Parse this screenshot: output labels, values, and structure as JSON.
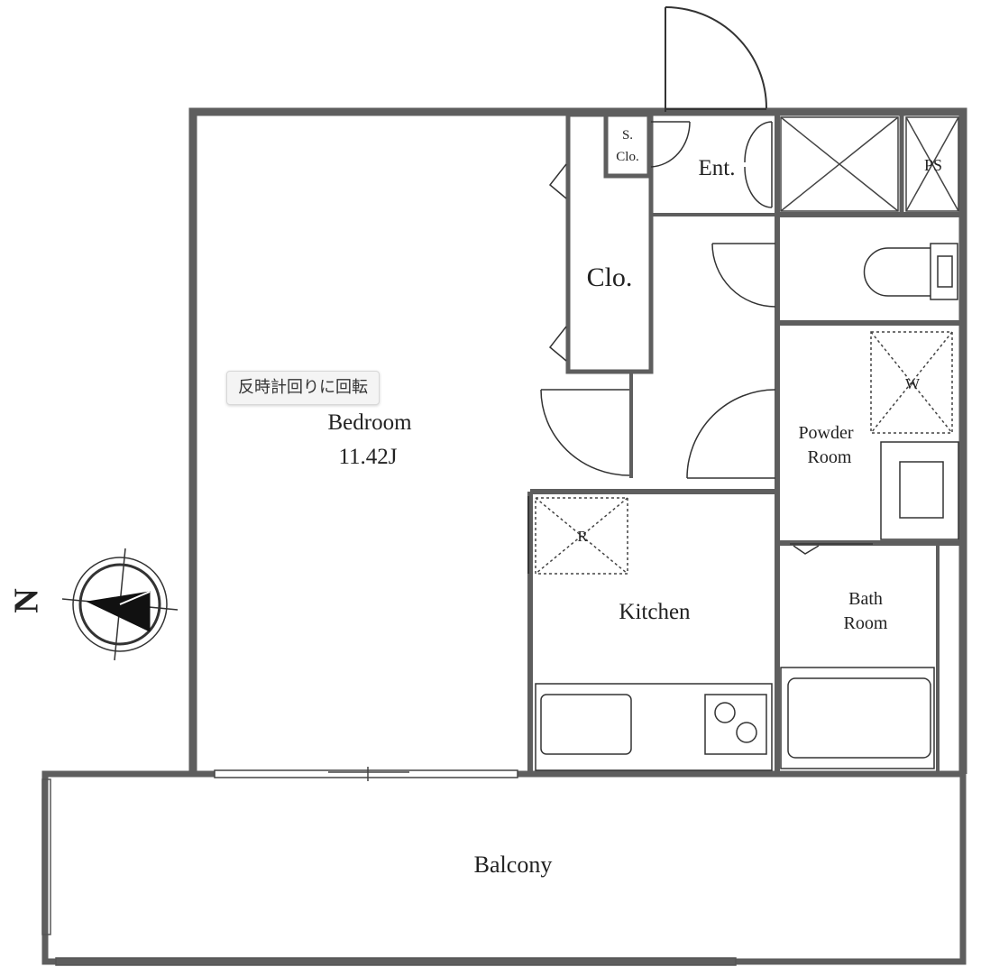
{
  "rooms": {
    "bedroom": {
      "name": "Bedroom",
      "area": "11.42J"
    },
    "closet": "Clo.",
    "shoe_closet_line1": "S.",
    "shoe_closet_line2": "Clo.",
    "entrance": "Ent.",
    "pipe_space": "PS",
    "powder_room_line1": "Powder",
    "powder_room_line2": "Room",
    "washer": "W",
    "refrigerator": "R",
    "kitchen": "Kitchen",
    "bath_room_line1": "Bath",
    "bath_room_line2": "Room",
    "balcony": "Balcony"
  },
  "compass": {
    "label": "N"
  },
  "tooltip": {
    "text": "反時計回りに回転"
  },
  "colors": {
    "wall": "#5e5e5e",
    "line": "#333333",
    "background": "#ffffff"
  }
}
